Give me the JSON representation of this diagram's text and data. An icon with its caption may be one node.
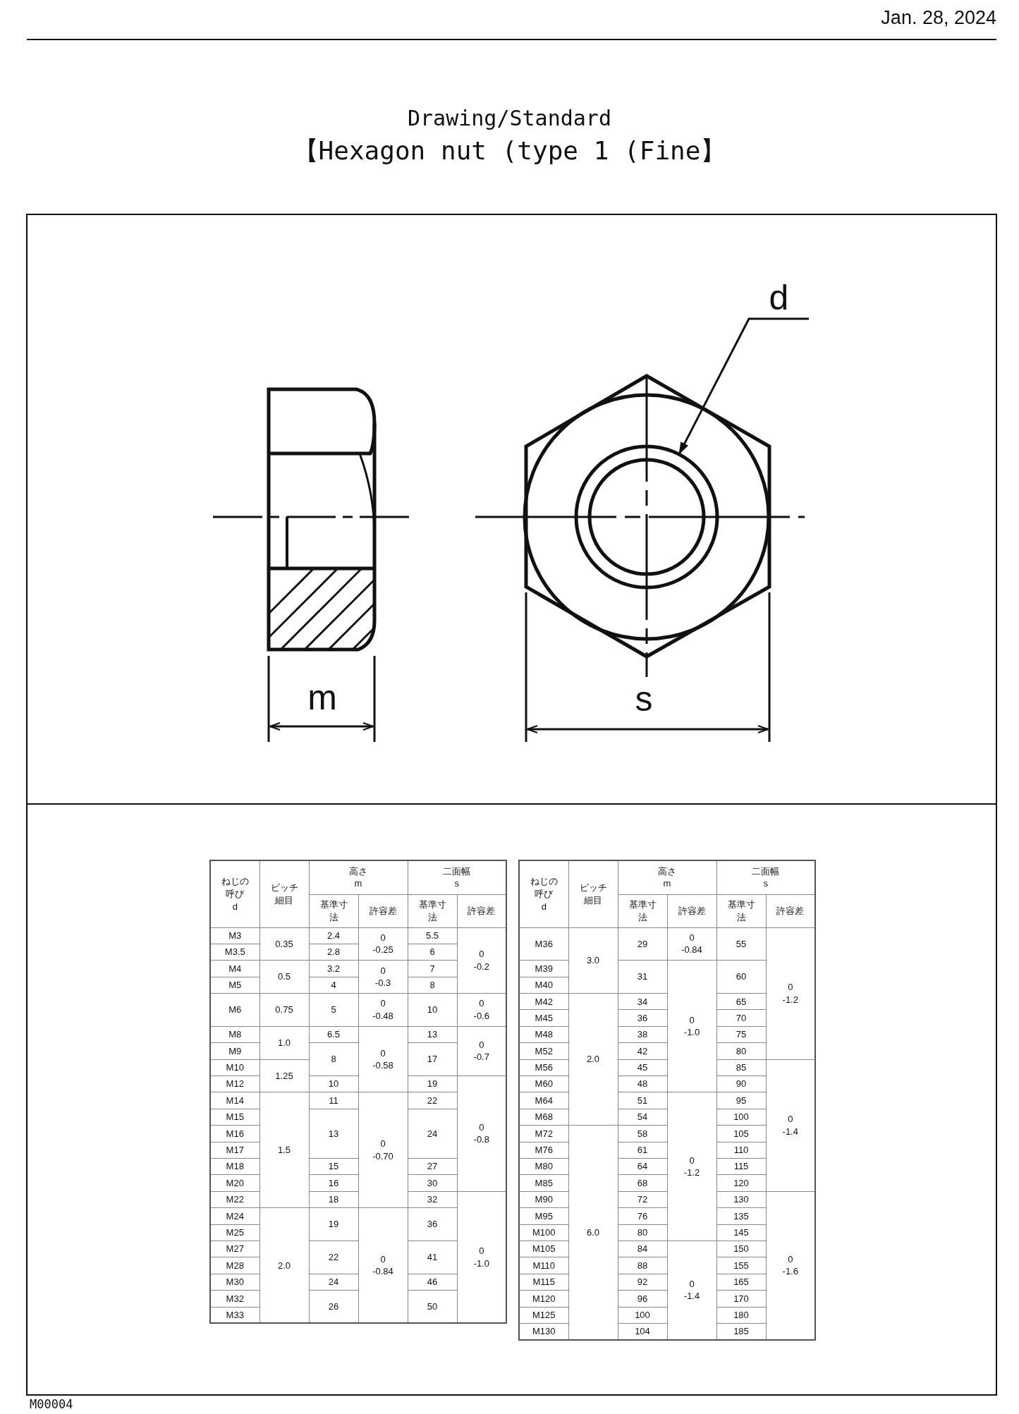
{
  "diagram": {
    "title": "【Hexagon nut (type 1 (Fine】",
    "nodes": [
      {
        "text": [
          "d"
        ]
      },
      {
        "text": [],
        "shape": "circle"
      }
    ],
    "edges": [
      {
        "from": 0,
        "to": 1,
        "arrow": "to"
      }
    ],
    "labels": [
      "Jan. 28, 2024",
      "Drawing/Standard",
      "m",
      "s",
      "ねじの呼び d",
      "ピッチ細目",
      "高さ m",
      "二面幅 s",
      "基準寸法",
      "許容差",
      "基準寸法",
      "許容差",
      "M3",
      "0.35",
      "2.4",
      "0 -0.25",
      "5.5",
      "M3.5",
      "2.8",
      "6",
      "0 -0.2",
      "M4",
      "0.5",
      "3.2",
      "0 -0.3",
      "7",
      "M5",
      "4",
      "8",
      "M6",
      "0.75",
      "5",
      "0 -0.48",
      "10",
      "0 -0.6",
      "M8",
      "1.0",
      "6.5",
      "13",
      "M9",
      "8",
      "0 -0.58",
      "17",
      "0 -0.7",
      "M10",
      "1.25",
      "M12",
      "10",
      "19",
      "M14",
      "11",
      "22",
      "M15",
      "M16",
      "13",
      "24",
      "0 -0.8",
      "M17",
      "1.5",
      "0 -0.70",
      "M18",
      "15",
      "27",
      "M20",
      "16",
      "30",
      "M22",
      "18",
      "32",
      "M24",
      "19",
      "36",
      "M25",
      "M27",
      "22",
      "41",
      "0 -1.0",
      "M28",
      "2.0",
      "0 -0.84",
      "M30",
      "24",
      "46",
      "M32",
      "26",
      "50",
      "M33",
      "ねじの呼び d",
      "ピッチ細目",
      "高さ m",
      "二面幅 s",
      "基準寸法",
      "許容差",
      "基準寸法",
      "許容差",
      "M36",
      "29",
      "0 -0.84",
      "55",
      "M39",
      "3.0",
      "31",
      "60",
      "M40",
      "M42",
      "34",
      "65",
      "0 -1.2",
      "M45",
      "36",
      "0 -1.0",
      "70",
      "M48",
      "38",
      "75",
      "M52",
      "2.0",
      "42",
      "80",
      "M56",
      "45",
      "85",
      "M60",
      "48",
      "90",
      "M64",
      "51",
      "95",
      "M68",
      "54",
      "100",
      "0 -1.4",
      "M72",
      "58",
      "105",
      "M76",
      "61",
      "110",
      "M80",
      "64",
      "0 -1.2",
      "115",
      "M85",
      "68",
      "120",
      "M90",
      "72",
      "130",
      "M95",
      "76",
      "135",
      "M100",
      "6.0",
      "80",
      "145",
      "M105",
      "84",
      "150",
      "M110",
      "88",
      "155",
      "0 -1.6",
      "M115",
      "92",
      "0 -1.4",
      "165",
      "M120",
      "96",
      "170",
      "M125",
      "100",
      "180",
      "M130",
      "104",
      "185",
      "M00004"
    ]
  }
}
